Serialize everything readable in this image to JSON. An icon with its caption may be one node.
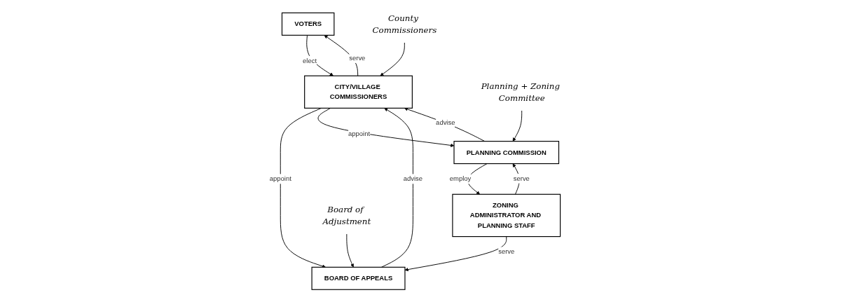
{
  "diagram": {
    "nodes": [
      {
        "text": [
          "VOTERS"
        ]
      },
      {
        "text": [
          "CITY/VILLAGE COMMISSIONERS"
        ]
      },
      {
        "text": [
          "BOARD OF APPEALS"
        ]
      },
      {
        "text": [
          "PLANNING COMMISSION"
        ]
      },
      {
        "text": [
          "ZONING ADMINISTRATOR AND PLANNING STAFF"
        ]
      },
      {
        "text": [
          "County Commissioners"
        ]
      },
      {
        "text": [
          "Board of Adjustment"
        ]
      },
      {
        "text": [
          "Planning + Zoning Committee"
        ]
      }
    ],
    "edges": [
      {
        "from": 0,
        "to": 1,
        "arrow": "to",
        "label": "elect"
      },
      {
        "from": 1,
        "to": 0,
        "arrow": "to",
        "label": "serve"
      },
      {
        "from": 1,
        "to": 2,
        "arrow": "to",
        "label": "appoint"
      },
      {
        "from": 2,
        "to": 1,
        "arrow": "to",
        "label": "advise"
      },
      {
        "from": 1,
        "to": 3,
        "arrow": "to",
        "label": "appoint"
      },
      {
        "from": 3,
        "to": 1,
        "arrow": "to",
        "label": "advise"
      },
      {
        "from": 4,
        "to": 2,
        "arrow": "to",
        "label": "serve"
      },
      {
        "from": 3,
        "to": 4,
        "arrow": "to",
        "label": "employ"
      },
      {
        "from": 4,
        "to": 3,
        "arrow": "to",
        "label": "serve"
      },
      {
        "from": 5,
        "to": 1,
        "arrow": "to"
      },
      {
        "from": 6,
        "to": 2,
        "arrow": "to"
      },
      {
        "from": 7,
        "to": 3,
        "arrow": "to"
      }
    ]
  }
}
